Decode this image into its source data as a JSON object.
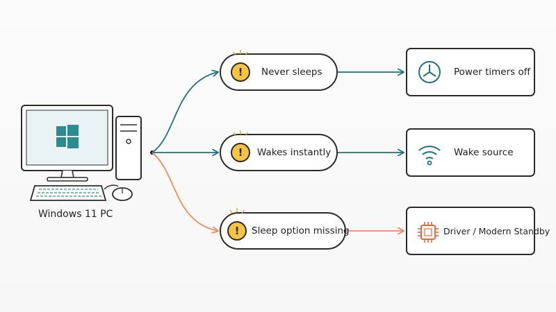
{
  "diagram": {
    "source_label": "Windows 11 PC",
    "issues": [
      {
        "label": "Never sleeps",
        "color": "#1f6f78"
      },
      {
        "label": "Wakes instantly",
        "color": "#1f6f78"
      },
      {
        "label": "Sleep option missing",
        "color": "#f08a5d"
      }
    ],
    "fixes": [
      {
        "label": "Power timers off",
        "icon": "timer-icon"
      },
      {
        "label": "Wake source",
        "icon": "wifi-icon"
      },
      {
        "label": "Driver / Modern Standby",
        "icon": "chip-icon"
      }
    ],
    "colors": {
      "teal": "#1f6f78",
      "orange": "#f08a5d",
      "warning": "#f6c343",
      "outline": "#2a2a2a"
    }
  }
}
